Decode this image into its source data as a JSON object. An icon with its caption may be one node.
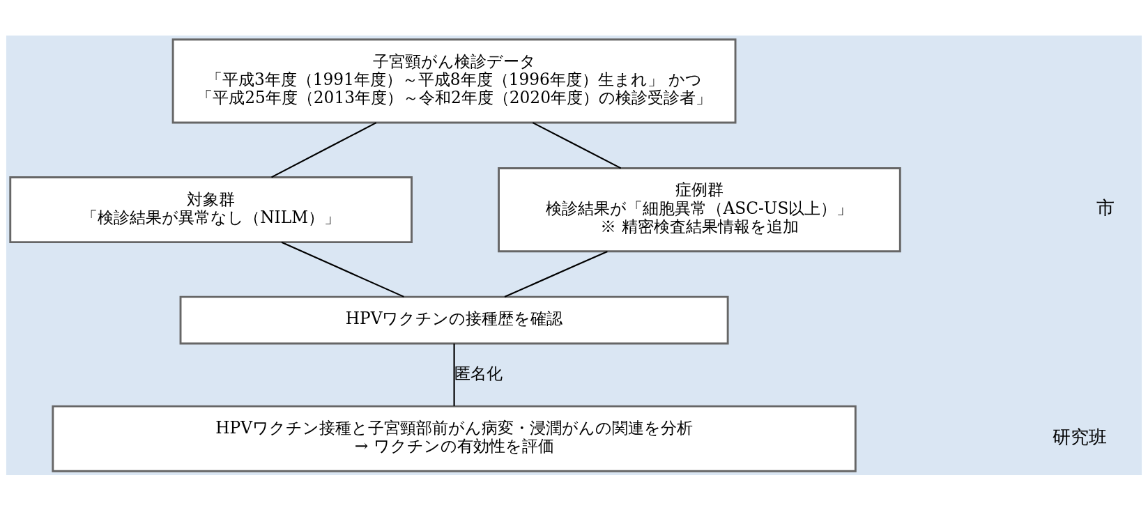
{
  "diagram": {
    "nodes": [
      {
        "text": [
          "子宮頸がん検診データ",
          "「平成3年度（1991年度）～平成8年度（1996年度）生まれ」 かつ",
          "「平成25年度（2013年度）～令和2年度（2020年度）の検診受診者」"
        ]
      },
      {
        "text": [
          "対象群",
          "「検診結果が異常なし（NILM）」"
        ]
      },
      {
        "text": [
          "症例群",
          "検診結果が「細胞異常（ASC-US以上）」",
          "※ 精密検査結果情報を追加"
        ]
      },
      {
        "text": [
          "HPVワクチンの接種歴を確認"
        ]
      },
      {
        "text": [
          "HPVワクチン接種と子宮頸部前がん病変・浸潤がんの関連を分析",
          "→ ワクチンの有効性を評価"
        ]
      }
    ],
    "edges": [
      {
        "from": 0,
        "to": 1,
        "arrow": "none"
      },
      {
        "from": 0,
        "to": 2,
        "arrow": "none"
      },
      {
        "from": 1,
        "to": 3,
        "arrow": "none"
      },
      {
        "from": 2,
        "to": 3,
        "arrow": "none"
      },
      {
        "from": 3,
        "to": 4,
        "arrow": "none",
        "label": "匿名化"
      }
    ],
    "labels": [
      "市",
      "研究班"
    ]
  }
}
